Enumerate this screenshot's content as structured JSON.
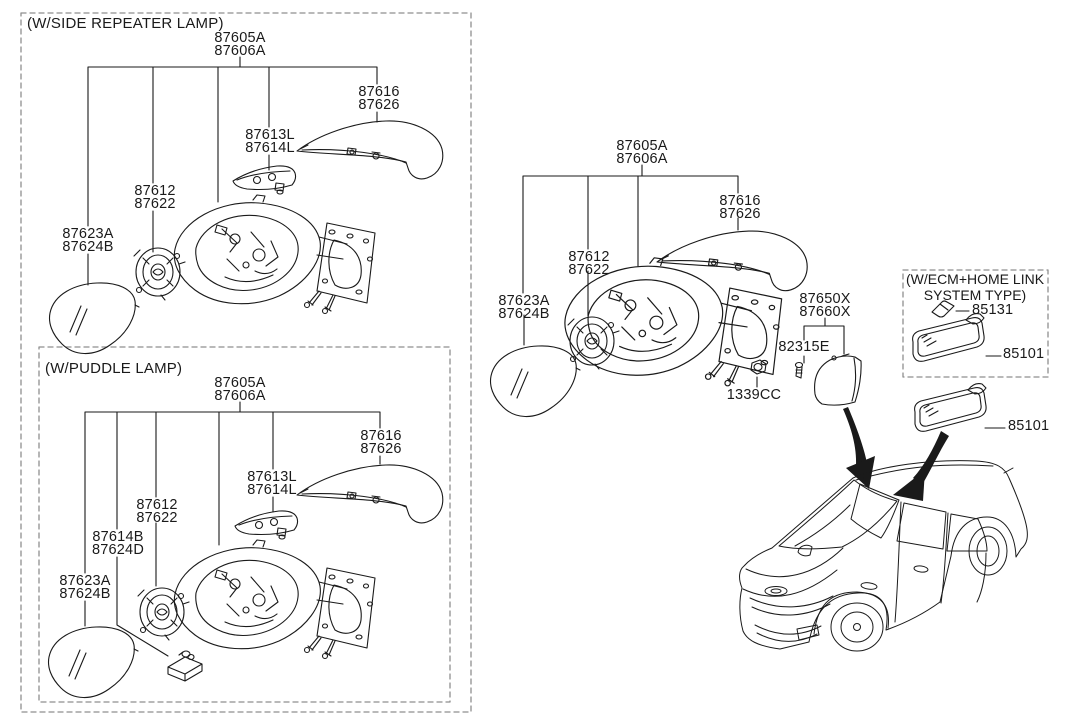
{
  "colors": {
    "line": "#1a1a1a",
    "dash": "#8f8f8f",
    "background": "#ffffff"
  },
  "sections": {
    "side_repeater": {
      "title": "(W/SIDE REPEATER LAMP)",
      "labels": {
        "assembly": [
          "87605A",
          "87606A"
        ],
        "cover": [
          "87616",
          "87626"
        ],
        "repeater_lamp": [
          "87613L",
          "87614L"
        ],
        "actuator": [
          "87612",
          "87622"
        ],
        "glass": [
          "87623A",
          "87624B"
        ]
      }
    },
    "puddle": {
      "title": "(W/PUDDLE LAMP)",
      "labels": {
        "assembly": [
          "87605A",
          "87606A"
        ],
        "cover": [
          "87616",
          "87626"
        ],
        "repeater_lamp": [
          "87613L",
          "87614L"
        ],
        "actuator": [
          "87612",
          "87622"
        ],
        "puddle_lamp": [
          "87614B",
          "87624D"
        ],
        "glass": [
          "87623A",
          "87624B"
        ]
      }
    },
    "main": {
      "labels": {
        "assembly": [
          "87605A",
          "87606A"
        ],
        "cover": [
          "87616",
          "87626"
        ],
        "actuator": [
          "87612",
          "87622"
        ],
        "glass": [
          "87623A",
          "87624B"
        ],
        "base_cover": [
          "87650X",
          "87660X"
        ],
        "screw": "82315E",
        "nut": "1339CC"
      }
    },
    "ecm": {
      "title": [
        "(W/ECM+HOME LINK",
        "SYSTEM TYPE)"
      ],
      "labels": {
        "module": "85131",
        "mirror": "85101"
      }
    },
    "inside_mirror": {
      "label": "85101"
    }
  }
}
